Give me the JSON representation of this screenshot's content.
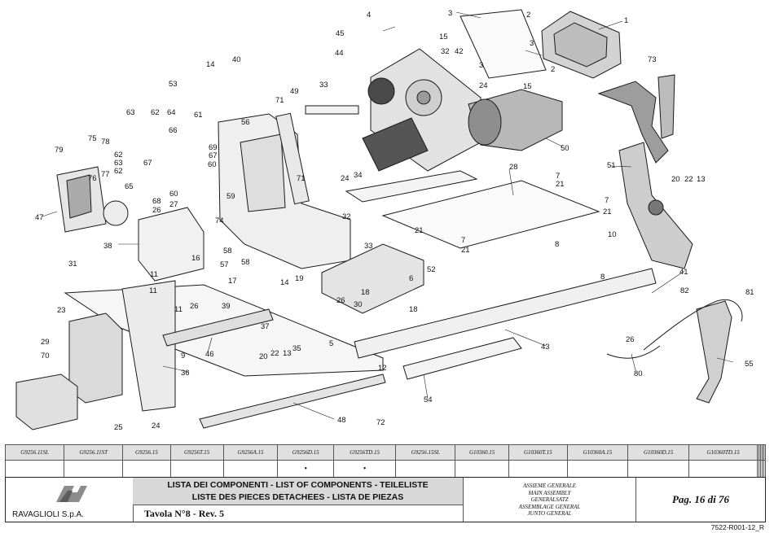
{
  "drawing": {
    "callouts": [
      "1",
      "2",
      "3",
      "4",
      "5",
      "6",
      "7",
      "8",
      "9",
      "10",
      "11",
      "12",
      "13",
      "14",
      "15",
      "16",
      "17",
      "18",
      "19",
      "20",
      "21",
      "22",
      "23",
      "24",
      "25",
      "26",
      "27",
      "28",
      "29",
      "30",
      "31",
      "32",
      "33",
      "34",
      "35",
      "36",
      "37",
      "38",
      "39",
      "40",
      "41",
      "42",
      "43",
      "44",
      "45",
      "46",
      "47",
      "48",
      "49",
      "50",
      "51",
      "52",
      "53",
      "54",
      "55",
      "56",
      "57",
      "58",
      "59",
      "60",
      "61",
      "62",
      "63",
      "64",
      "65",
      "66",
      "67",
      "68",
      "69",
      "70",
      "71",
      "72",
      "73",
      "74",
      "75",
      "76",
      "77",
      "78",
      "79",
      "80",
      "81",
      "82"
    ]
  },
  "model_table": {
    "codes": [
      "G9256.11SL",
      "G9256.11ST",
      "G9256.15",
      "G9256T.15",
      "G9256A.15",
      "G9256D.15",
      "G9256TD.15",
      "G9256.15SL",
      "G10360.15",
      "G10360T.15",
      "G10360A.15",
      "G10360D.15",
      "G10360TD.15",
      "",
      "",
      "",
      "",
      ""
    ],
    "marks": [
      "",
      "",
      "",
      "",
      "",
      "•",
      "•",
      "",
      "",
      "",
      "",
      "",
      "",
      "",
      "",
      "",
      "",
      ""
    ]
  },
  "title_block": {
    "company": "RAVAGLIOLI S.p.A.",
    "list_title_1": "LISTA DEI COMPONENTI - LIST OF COMPONENTS - TEILELISTE",
    "list_title_2": "LISTE DES PIECES DETACHEES - LISTA DE PIEZAS",
    "table_label": "Tavola N°8 - Rev. 5",
    "assembly": [
      "ASSIEME GENERALE",
      "MAIN ASSEMBLY",
      "GENERALSATZ",
      "ASSEMBLAGE GENERAL",
      "JUNTO GENERAL"
    ],
    "page": "Pag. 16 di 76"
  },
  "doc_code": "7522-R001-12_R"
}
